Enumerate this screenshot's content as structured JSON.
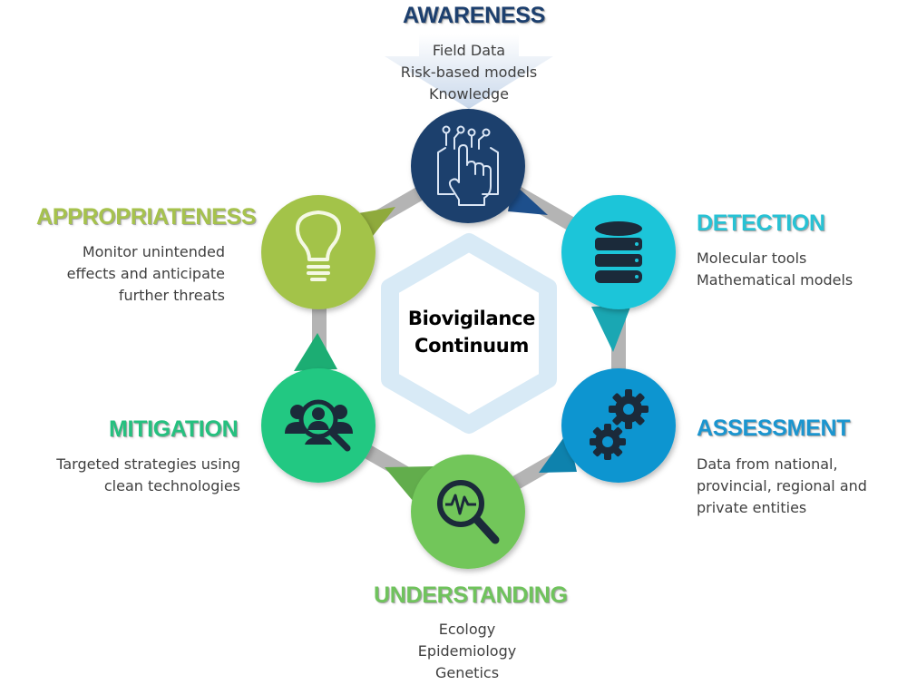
{
  "center": {
    "line1": "Biovigilance",
    "line2": "Continuum"
  },
  "stages": {
    "awareness": {
      "title": "AWARENESS",
      "color": "#1a3f6d",
      "title_color": "#1c3f6e",
      "items": [
        "Field Data",
        "Risk-based models",
        "Knowledge"
      ],
      "icon": "touch-circuit-icon"
    },
    "detection": {
      "title": "DETECTION",
      "color": "#1dc5d9",
      "title_color": "#27c2d4",
      "items": [
        "Molecular tools",
        "Mathematical models"
      ],
      "icon": "database-icon"
    },
    "assessment": {
      "title": "ASSESSMENT",
      "color": "#0e95d0",
      "title_color": "#1b95cf",
      "items": [
        "Data from national,",
        "provincial, regional and",
        "private entities"
      ],
      "icon": "gears-icon"
    },
    "understanding": {
      "title": "UNDERSTANDING",
      "color": "#72c65a",
      "title_color": "#6fc35c",
      "items": [
        "Ecology",
        "Epidemiology",
        "Genetics"
      ],
      "icon": "magnifier-pulse-icon"
    },
    "mitigation": {
      "title": "MITIGATION",
      "color": "#20c882",
      "title_color": "#25c07f",
      "items": [
        "Targeted strategies using",
        "clean technologies"
      ],
      "icon": "search-people-icon"
    },
    "appropriateness": {
      "title": "APPROPRIATENESS",
      "color": "#a3c34a",
      "title_color": "#a6c24d",
      "items": [
        "Monitor unintended",
        "effects and anticipate",
        "further threats"
      ],
      "icon": "lightbulb-icon"
    }
  }
}
